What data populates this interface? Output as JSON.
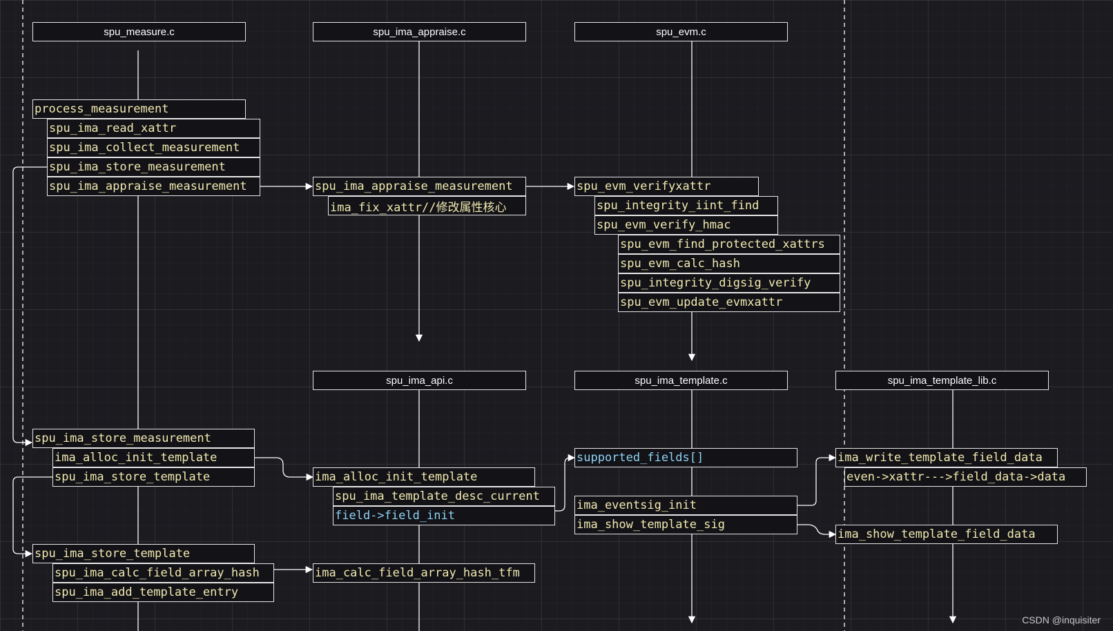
{
  "files": {
    "measure": "spu_measure.c",
    "appraise": "spu_ima_appraise.c",
    "evm": "spu_evm.c",
    "api": "spu_ima_api.c",
    "template": "spu_ima_template.c",
    "template_lib": "spu_ima_template_lib.c"
  },
  "measure_top": {
    "process_measurement": "process_measurement",
    "read_xattr": "spu_ima_read_xattr",
    "collect_measurement": "spu_ima_collect_measurement",
    "store_measurement": "spu_ima_store_measurement",
    "appraise_measurement": "spu_ima_appraise_measurement"
  },
  "appraise": {
    "appraise_measurement": "spu_ima_appraise_measurement",
    "fix_xattr": "ima_fix_xattr//修改属性核心"
  },
  "evm": {
    "verifyxattr": "spu_evm_verifyxattr",
    "iint_find": "spu_integrity_iint_find",
    "verify_hmac": "spu_evm_verify_hmac",
    "find_protected_xattrs": "spu_evm_find_protected_xattrs",
    "calc_hash": "spu_evm_calc_hash",
    "digsig_verify": "spu_integrity_digsig_verify",
    "update_evmxattr": "spu_evm_update_evmxattr"
  },
  "measure_store": {
    "store_measurement": "spu_ima_store_measurement",
    "alloc_init_template": "ima_alloc_init_template",
    "store_template": "spu_ima_store_template"
  },
  "measure_template": {
    "store_template": "spu_ima_store_template",
    "calc_field_array_hash": "spu_ima_calc_field_array_hash",
    "add_template_entry": "spu_ima_add_template_entry"
  },
  "api": {
    "alloc_init_template": "ima_alloc_init_template",
    "template_desc_current": "spu_ima_template_desc_current",
    "field_init": "field->field_init",
    "calc_field_array_hash_tfm": "ima_calc_field_array_hash_tfm"
  },
  "template": {
    "supported_fields": "supported_fields[]",
    "eventsig_init": "ima_eventsig_init",
    "show_template_sig": "ima_show_template_sig"
  },
  "template_lib": {
    "write_template_field_data": "ima_write_template_field_data",
    "xattr_data": "even->xattr--->field_data->data",
    "show_template_field_data": "ima_show_template_field_data"
  },
  "watermark": "CSDN @inquisiter",
  "colors": {
    "background": "#1b1b20",
    "box_fill": "#121217",
    "stroke": "#e8e8e8",
    "function_text": "#f2eab0",
    "highlight_text": "#8fd3f4"
  }
}
